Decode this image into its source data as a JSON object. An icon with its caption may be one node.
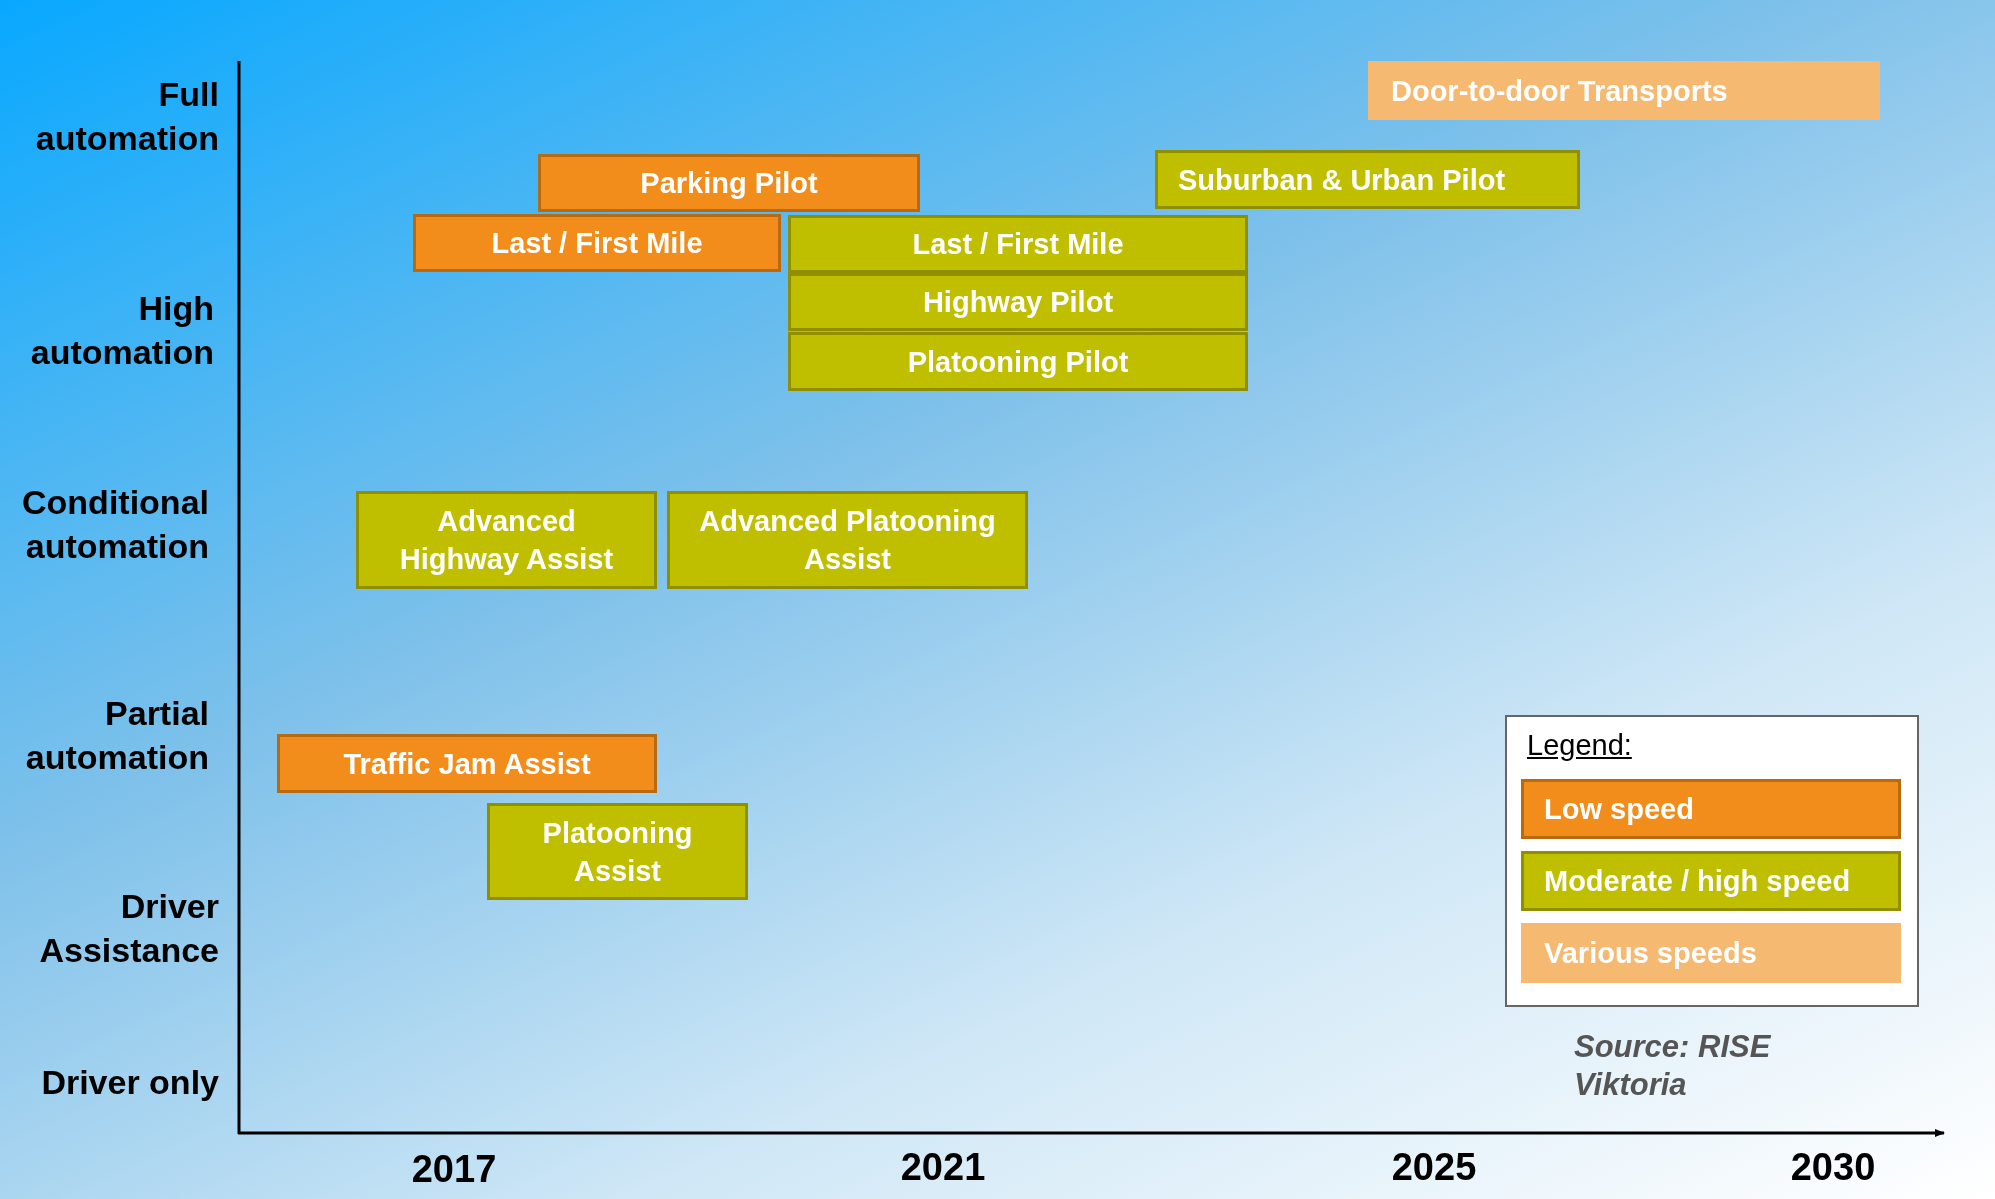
{
  "diagram": {
    "nodes": [
      {
        "text": [
          "Door-to-door Transports"
        ]
      },
      {
        "text": [
          "Parking Pilot"
        ]
      },
      {
        "text": [
          "Suburban & Urban Pilot"
        ]
      },
      {
        "text": [
          "Last / First Mile"
        ]
      },
      {
        "text": [
          "Last / First Mile"
        ]
      },
      {
        "text": [
          "Highway Pilot"
        ]
      },
      {
        "text": [
          "Platooning Pilot"
        ]
      },
      {
        "text": [
          "Advanced Highway Assist"
        ]
      },
      {
        "text": [
          "Advanced Platooning Assist"
        ]
      },
      {
        "text": [
          "Traffic Jam Assist"
        ]
      },
      {
        "text": [
          "Platooning Assist"
        ]
      }
    ],
    "labels": [
      "Full automation",
      "High automation",
      "Conditional automation",
      "Partial automation",
      "Driver Assistance",
      "Driver only",
      "2017",
      "2021",
      "2025",
      "2030",
      "Legend:",
      "Source: RISE Viktoria"
    ],
    "legend": [
      {
        "text": "Low speed",
        "color": "#f28c1a"
      },
      {
        "text": "Moderate / high speed",
        "color": "#bfbf00"
      },
      {
        "text": "Various speeds",
        "color": "#f5b971"
      }
    ]
  }
}
